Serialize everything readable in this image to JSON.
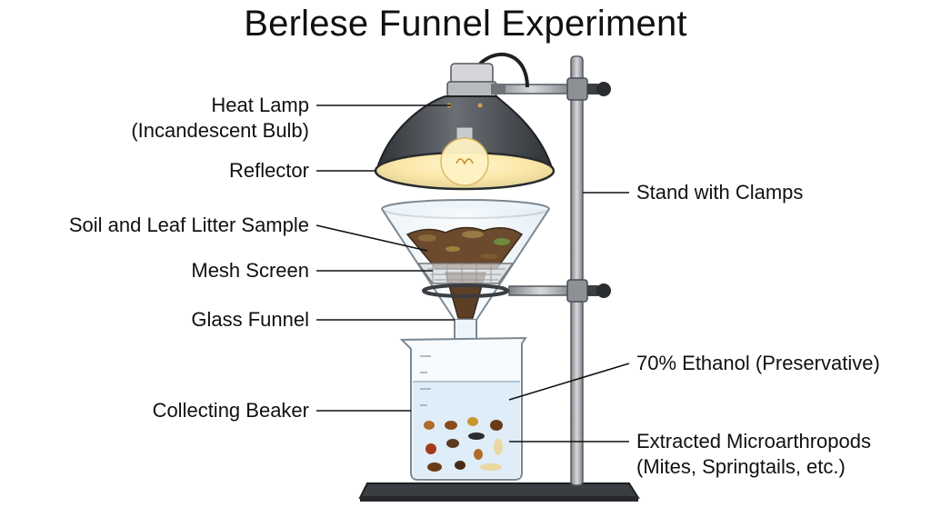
{
  "title": "Berlese Funnel Experiment",
  "labels": {
    "heat_lamp_line1": "Heat Lamp",
    "heat_lamp_line2": "(Incandescent Bulb)",
    "reflector": "Reflector",
    "soil_sample": "Soil and Leaf Litter Sample",
    "mesh_screen": "Mesh Screen",
    "glass_funnel": "Glass Funnel",
    "collecting_beaker": "Collecting Beaker",
    "stand": "Stand with Clamps",
    "ethanol": "70% Ethanol (Preservative)",
    "arthropods_line1": "Extracted Microarthropods",
    "arthropods_line2": "(Mites, Springtails, etc.)"
  },
  "colors": {
    "lamp_shade": "#4a4d52",
    "bulb_glow": "#fbe7a8",
    "soil": "#6b4a2e",
    "stand_metal": "#a9adb2",
    "ethanol": "#dcebf7",
    "base": "#3a3d42"
  }
}
